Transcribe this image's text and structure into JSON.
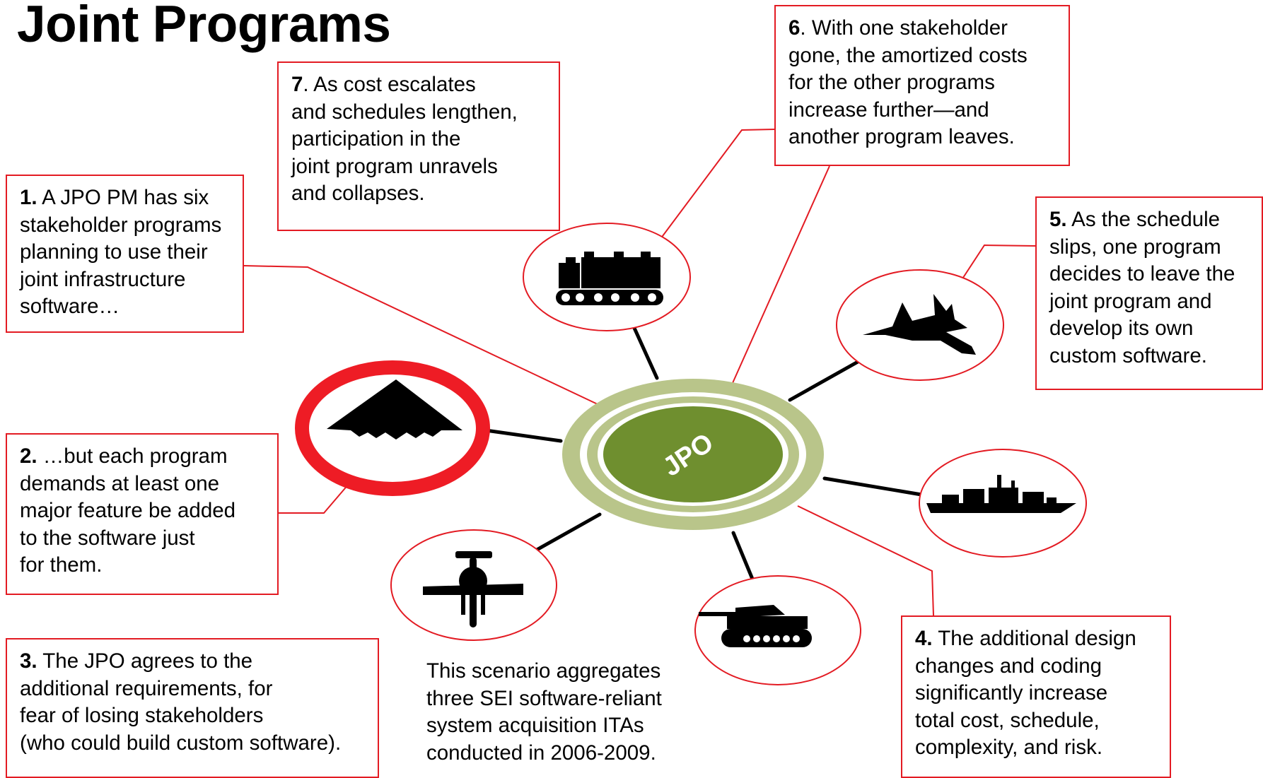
{
  "title": "Joint Programs",
  "hub_label": "JPO",
  "colors": {
    "callout_red": "#e31b23",
    "hub_green": "#6f8f2f",
    "hub_ring": "#b9c58a",
    "highlight_ring": "#ee1c25"
  },
  "programs": [
    {
      "icon": "stealth-bomber-icon",
      "highlighted": true
    },
    {
      "icon": "heavy-transport-vehicle-icon"
    },
    {
      "icon": "fighter-jet-icon"
    },
    {
      "icon": "warship-icon"
    },
    {
      "icon": "battle-tank-icon"
    },
    {
      "icon": "awacs-radar-aircraft-icon"
    }
  ],
  "callouts": {
    "step1": {
      "num": "1.",
      "lines": [
        " A JPO PM has six",
        "stakeholder programs",
        "planning to use their",
        "joint infrastructure",
        "software…"
      ]
    },
    "step2": {
      "num": "2.",
      "lines": [
        " …but each program",
        "demands at least one",
        "major feature be added",
        "to the software just",
        "for them."
      ]
    },
    "step3": {
      "num": "3.",
      "lines": [
        " The JPO agrees to the",
        "additional requirements, for",
        "fear of losing stakeholders",
        "(who could build custom software)."
      ]
    },
    "step4": {
      "num": "4.",
      "lines": [
        " The additional design",
        "changes and coding",
        "significantly  increase",
        "total cost, schedule,",
        "complexity, and risk."
      ]
    },
    "step5": {
      "num": "5.",
      "lines": [
        " As the schedule",
        "slips, one program",
        "decides to leave the",
        "joint program and",
        "develop its own",
        "custom software."
      ]
    },
    "step6": {
      "num": "6",
      "lines": [
        ". With one stakeholder",
        "gone, the amortized costs",
        "for  the other programs",
        "increase further—and",
        "another program leaves."
      ]
    },
    "step7": {
      "num": "7",
      "lines": [
        ". As cost escalates",
        "and schedules lengthen,",
        "participation in the",
        "joint program unravels",
        "and collapses."
      ]
    }
  },
  "caption": {
    "lines": [
      "This scenario aggregates",
      "three SEI software-reliant",
      "system acquisition ITAs",
      "conducted in 2006-2009."
    ]
  }
}
